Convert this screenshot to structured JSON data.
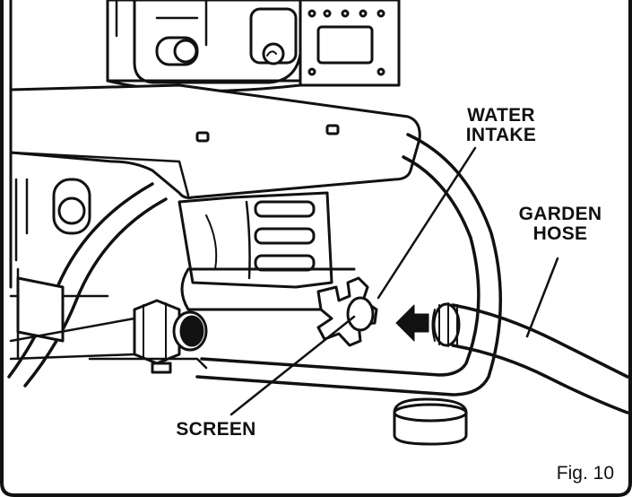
{
  "labels": {
    "water_intake": [
      "WATER",
      "INTAKE"
    ],
    "garden_hose": [
      "GARDEN",
      "HOSE"
    ],
    "screen": "SCREEN"
  },
  "figure_number": "Fig. 10",
  "colors": {
    "line": "#111111",
    "background": "#ffffff",
    "frame": "#1a1a1a"
  }
}
